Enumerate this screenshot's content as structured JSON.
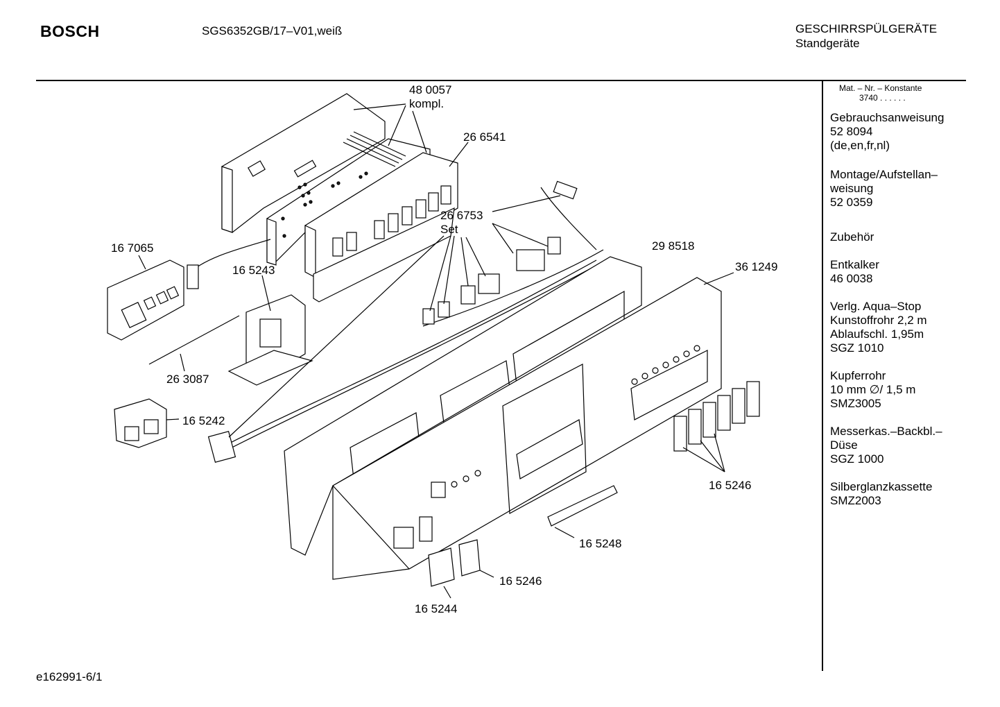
{
  "header": {
    "brand": "BOSCH",
    "model": "SGS6352GB/17–V01,weiß",
    "category_line1": "GESCHIRRSPÜLGERÄTE",
    "category_line2": "Standgeräte"
  },
  "sidebar": {
    "header_line1": "Mat. – Nr. – Konstante",
    "header_line2": "3740 .  .  .  .  .  .",
    "blocks": [
      [
        "Gebrauchsanweisung",
        "52 8094",
        "(de,en,fr,nl)"
      ],
      [
        "Montage/Aufstellan–",
        "weisung",
        "52 0359"
      ],
      [
        "Zubehör"
      ],
      [
        "Entkalker",
        "46 0038"
      ],
      [
        "Verlg. Aqua–Stop",
        "Kunstoffrohr 2,2 m",
        "Ablaufschl. 1,95m",
        "SGZ 1010"
      ],
      [
        "Kupferrohr",
        "10 mm ∅/ 1,5 m",
        "SMZ3005"
      ],
      [
        "Messerkas.–Backbl.–",
        "Düse",
        "SGZ 1000"
      ],
      [
        "Silberglanzkassette",
        "SMZ2003"
      ]
    ]
  },
  "callouts": {
    "c480057": "48 0057",
    "c480057b": "kompl.",
    "c266541": "26 6541",
    "c266753": "26 6753",
    "c266753b": "Set",
    "c167065": "16 7065",
    "c165243": "16 5243",
    "c298518": "29 8518",
    "c361249": "36 1249",
    "c263087": "26 3087",
    "c165242": "16 5242",
    "c165246a": "16 5246",
    "c165248": "16 5248",
    "c165246b": "16 5246",
    "c165244": "16 5244"
  },
  "footer": {
    "code": "e162991-6/1"
  }
}
